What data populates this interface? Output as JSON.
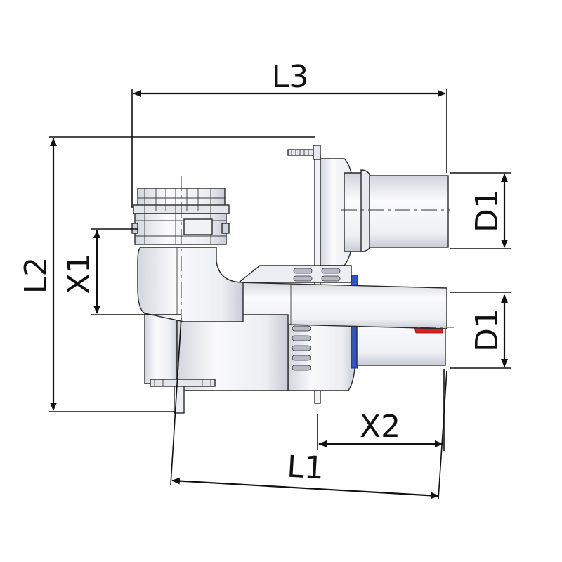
{
  "dimensions": {
    "l3": "L3",
    "l2": "L2",
    "x1": "X1",
    "d1_upper": "D1",
    "d1_lower": "D1",
    "x2": "X2",
    "l1": "L1"
  },
  "colors": {
    "background": "#ffffff",
    "line": "#111111",
    "body_fill": "#f7f7f9",
    "shade": "#d9dbe3",
    "seal_blue": "#2f55c8",
    "marker_red": "#e02020"
  }
}
